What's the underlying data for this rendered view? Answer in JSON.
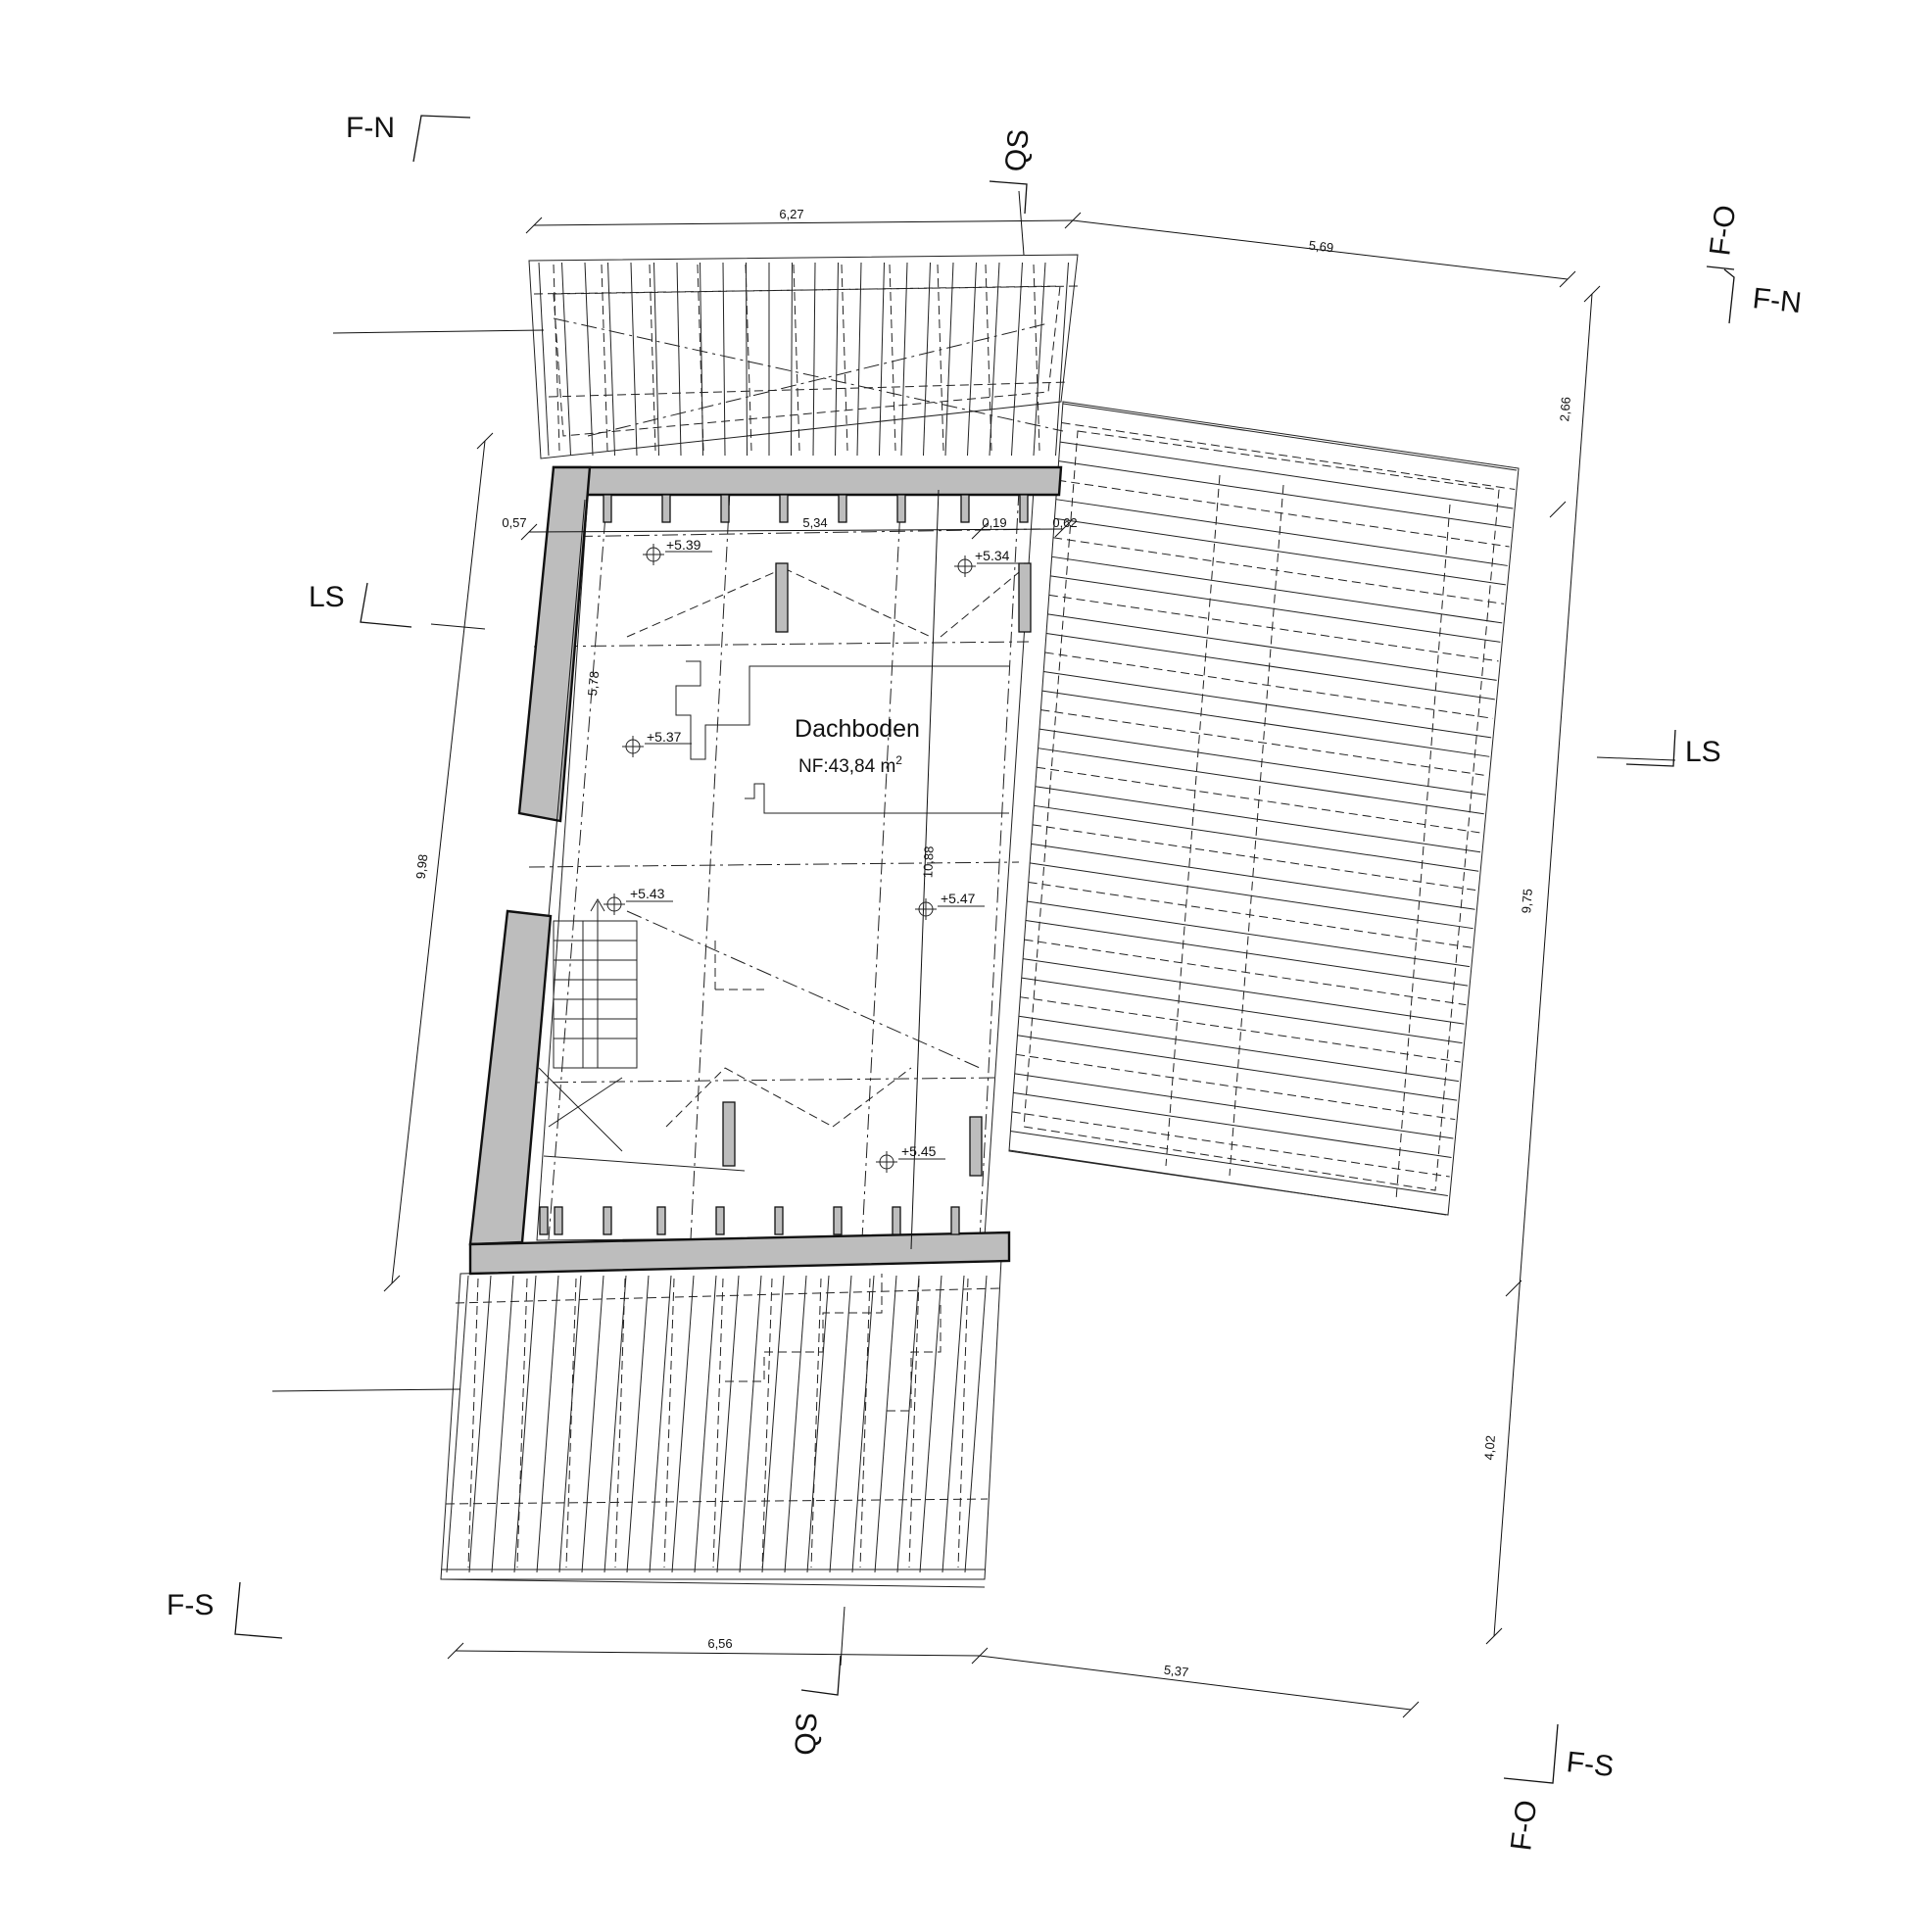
{
  "plan": {
    "room": {
      "name": "Dachboden",
      "area_prefix": "NF:",
      "area_value": "43,84 m",
      "area_exp": "2"
    },
    "section_markers": {
      "fn": "F-N",
      "fo": "F-O",
      "fs": "F-S",
      "qs": "QS",
      "ls": "LS"
    },
    "dimensions": {
      "top_left": "6,27",
      "top_right": "5,69",
      "bottom_left": "6,56",
      "bottom_right": "5,37",
      "left_height": "9,98",
      "right_upper": "2,66",
      "right_mid": "9,75",
      "right_lower": "4,02",
      "inner_left": "0,57",
      "inner_mid": "5,34",
      "inner_right_a": "0,19",
      "inner_right_b": "0,62",
      "inner_vertical": "5,78",
      "middle_vertical": "10,88"
    },
    "levels": {
      "l1": "+5.39",
      "l2": "+5.34",
      "l3": "+5.37",
      "l4": "+5.43",
      "l5": "+5.47",
      "l6": "+5.45"
    }
  }
}
